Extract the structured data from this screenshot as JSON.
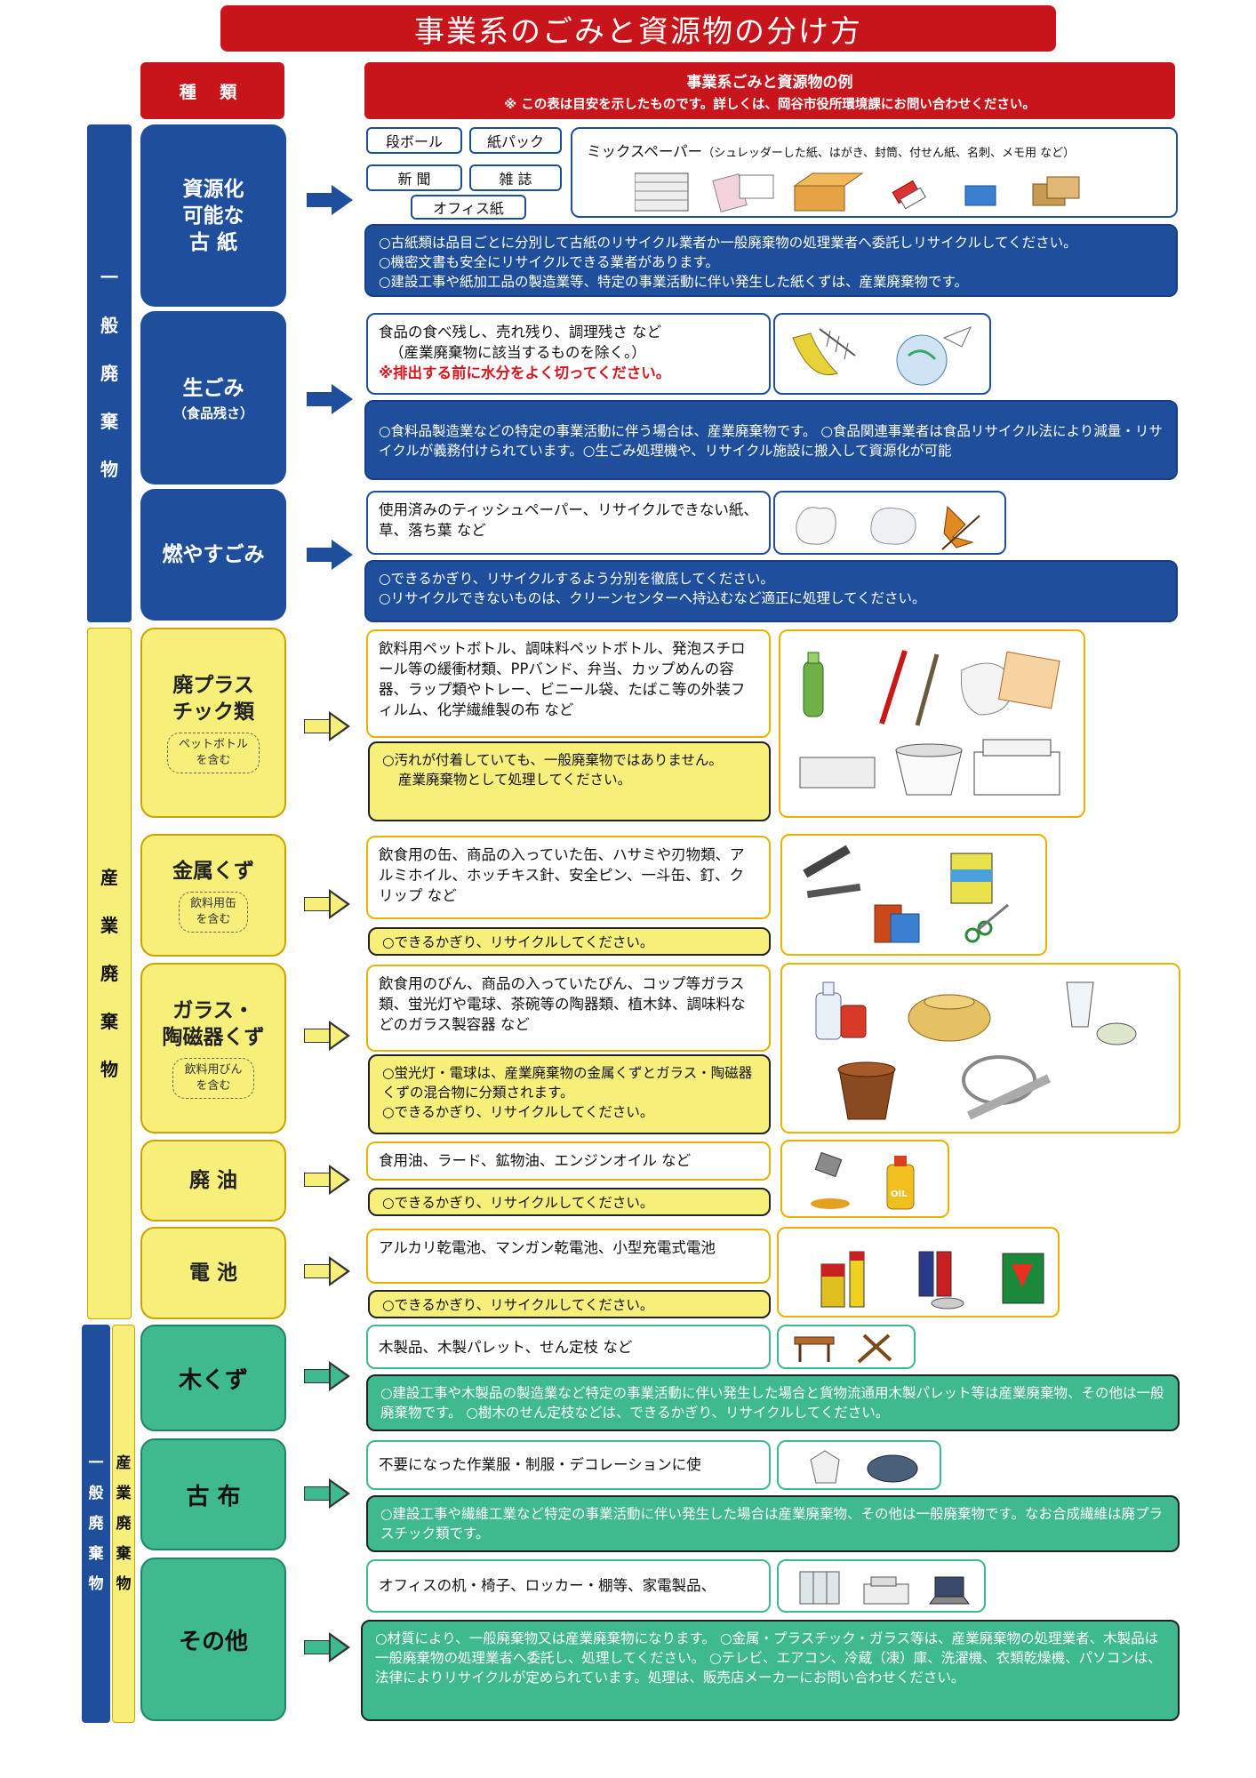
{
  "title": "事業系のごみと資源物の分け方",
  "header": {
    "type_label": "種 類",
    "examples_label": "事業系ごみと資源物の例",
    "examples_note": "※ この表は目安を示したものです。詳しくは、岡谷市役所環境課にお問い合わせください。"
  },
  "groups": {
    "general": "一般廃棄物",
    "industrial": "産業廃棄物",
    "mixed_general": "一般廃棄物",
    "mixed_industrial": "産業廃棄物"
  },
  "paper": {
    "name_l1": "資源化",
    "name_l2": "可能な",
    "name_l3": "古 紙",
    "pills": [
      "段ボール",
      "紙パック",
      "新 聞",
      "雑 誌",
      "オフィス紙"
    ],
    "mix_title": "ミックスペーパー",
    "mix_detail": "（シュレッダーした紙、はがき、封筒、付せん紙、名刺、メモ用 など）",
    "notes": [
      "○古紙類は品目ごとに分別して古紙のリサイクル業者か一般廃棄物の処理業者へ委託しリサイクルしてください。",
      "○機密文書も安全にリサイクルできる業者があります。",
      "○建設工事や紙加工品の製造業等、特定の事業活動に伴い発生した紙くずは、産業廃棄物です。"
    ]
  },
  "food": {
    "name": "生ごみ",
    "sub": "（食品残さ）",
    "examples": [
      "食品の食べ残し、売れ残り、調理残さ など",
      "（産業廃棄物に該当するものを除く。）"
    ],
    "warning": "※排出する前に水分をよく切ってください。",
    "note": "○食料品製造業などの特定の事業活動に伴う場合は、産業廃棄物です。 ○食品関連事業者は食品リサイクル法により減量・リサイクルが義務付けられています。○生ごみ処理機や、リサイクル施設に搬入して資源化が可能"
  },
  "burnable": {
    "name": "燃やすごみ",
    "examples": "使用済みのティッシュペーパー、リサイクルできない紙、草、落ち葉 など",
    "notes": [
      "○できるかぎり、リサイクルするよう分別を徹底してください。",
      "○リサイクルできないものは、クリーンセンターへ持込むなど適正に処理してください。"
    ]
  },
  "plastic": {
    "name_l1": "廃プラス",
    "name_l2": "チック類",
    "sub_l1": "ペットボトル",
    "sub_l2": "を含む",
    "examples": "飲料用ペットボトル、調味料ペットボトル、発泡スチロール等の緩衝材類、PPバンド、弁当、カップめんの容器、ラップ類やトレー、ビニール袋、たばこ等の外装フィルム、化学繊維製の布 など",
    "note_l1": "○汚れが付着していても、一般廃棄物ではありません。",
    "note_l2": "産業廃棄物として処理してください。"
  },
  "metal": {
    "name": "金属くず",
    "sub_l1": "飲料用缶",
    "sub_l2": "を含む",
    "examples": "飲食用の缶、商品の入っていた缶、ハサミや刃物類、アルミホイル、ホッチキス針、安全ピン、一斗缶、釘、クリップ など",
    "note": "○できるかぎり、リサイクルしてください。"
  },
  "glass": {
    "name_l1": "ガラス・",
    "name_l2": "陶磁器くず",
    "sub_l1": "飲料用びん",
    "sub_l2": "を含む",
    "examples": "飲食用のびん、商品の入っていたびん、コップ等ガラス類、蛍光灯や電球、茶碗等の陶器類、植木鉢、調味料などのガラス製容器 など",
    "notes": [
      "○蛍光灯・電球は、産業廃棄物の金属くずとガラス・陶磁器くずの混合物に分類されます。",
      "○できるかぎり、リサイクルしてください。"
    ]
  },
  "oil": {
    "name": "廃 油",
    "examples": "食用油、ラード、鉱物油、エンジンオイル など",
    "note": "○できるかぎり、リサイクルしてください。",
    "bottle_label": "OIL"
  },
  "battery": {
    "name": "電 池",
    "examples": "アルカリ乾電池、マンガン乾電池、小型充電式電池",
    "note": "○できるかぎり、リサイクルしてください。"
  },
  "wood": {
    "name": "木くず",
    "examples": "木製品、木製パレット、せん定枝 など",
    "note": "○建設工事や木製品の製造業など特定の事業活動に伴い発生した場合と貨物流通用木製パレット等は産業廃棄物、その他は一般廃棄物です。 ○樹木のせん定枝などは、できるかぎり、リサイクルしてください。"
  },
  "cloth": {
    "name": "古 布",
    "examples": "不要になった作業服・制服・デコレーションに使",
    "note": "○建設工事や繊維工業など特定の事業活動に伴い発生した場合は産業廃棄物、その他は一般廃棄物です。なお合成繊維は廃プラスチック類です。"
  },
  "other": {
    "name": "その他",
    "examples": "オフィスの机・椅子、ロッカー・棚等、家電製品、",
    "note": "○材質により、一般廃棄物又は産業廃棄物になります。 ○金属・プラスチック・ガラス等は、産業廃棄物の処理業者、木製品は一般廃棄物の処理業者へ委託し、処理してください。 ○テレビ、エアコン、冷蔵（凍）庫、洗濯機、衣類乾燥機、パソコンは、法律によりリサイクルが定められています。処理は、販売店メーカーにお問い合わせください。"
  },
  "colors": {
    "red": "#c8141b",
    "navy": "#1f4f9c",
    "yellow": "#f6ef7a",
    "teal": "#3fb98e"
  }
}
